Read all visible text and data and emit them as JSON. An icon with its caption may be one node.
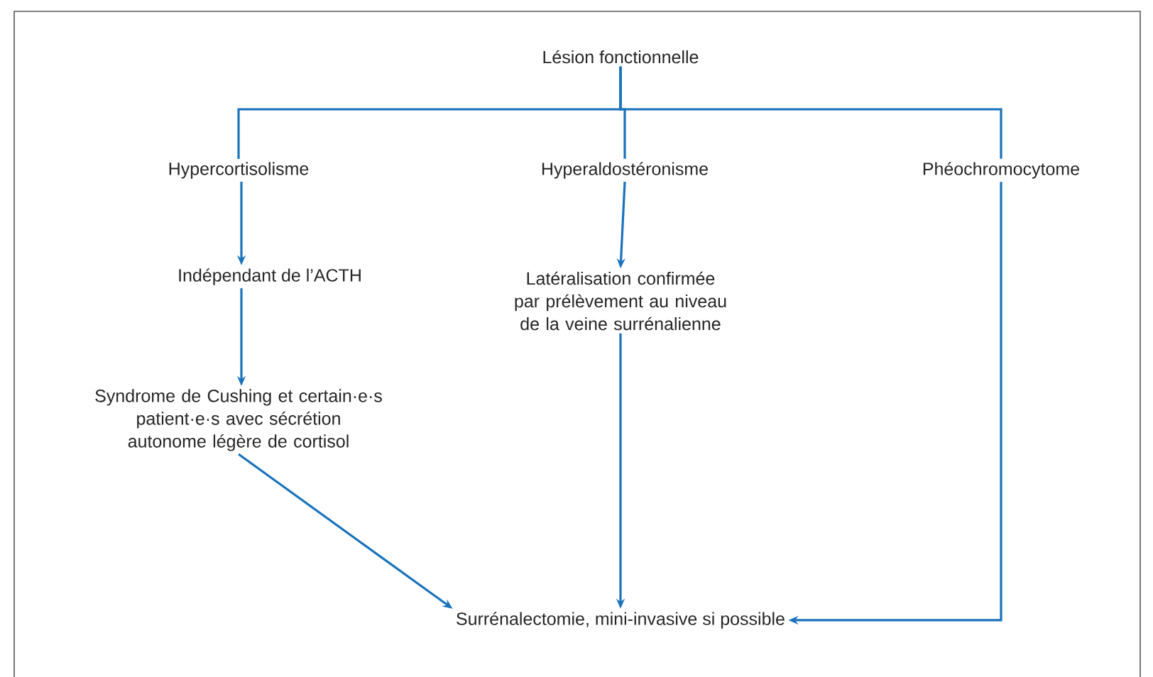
{
  "diagram": {
    "nodes": [
      {
        "text": [
          "Lésion fonctionnelle"
        ]
      },
      {
        "text": [
          "Hypercortisolisme"
        ]
      },
      {
        "text": [
          "Hyperaldostéronisme"
        ]
      },
      {
        "text": [
          "Phéochromocytome"
        ]
      },
      {
        "text": [
          "Indépendant de l’ACTH"
        ]
      },
      {
        "text": [
          "Latéralisation confirmée par prélèvement au niveau de la veine surrénalienne"
        ]
      },
      {
        "text": [
          "Syndrome de Cushing et certain·e·s patient·e·s avec sécrétion autonome légère de cortisol"
        ]
      },
      {
        "text": [
          "Surrénalectomie, mini-invasive si possible"
        ]
      }
    ],
    "edges": [
      {
        "from": 0,
        "to": 1,
        "arrow": "none"
      },
      {
        "from": 0,
        "to": 2,
        "arrow": "none"
      },
      {
        "from": 0,
        "to": 3,
        "arrow": "none"
      },
      {
        "from": 1,
        "to": 4,
        "arrow": "to"
      },
      {
        "from": 2,
        "to": 5,
        "arrow": "to"
      },
      {
        "from": 4,
        "to": 6,
        "arrow": "to"
      },
      {
        "from": 5,
        "to": 7,
        "arrow": "to"
      },
      {
        "from": 6,
        "to": 7,
        "arrow": "to"
      },
      {
        "from": 3,
        "to": 7,
        "arrow": "to"
      }
    ]
  }
}
